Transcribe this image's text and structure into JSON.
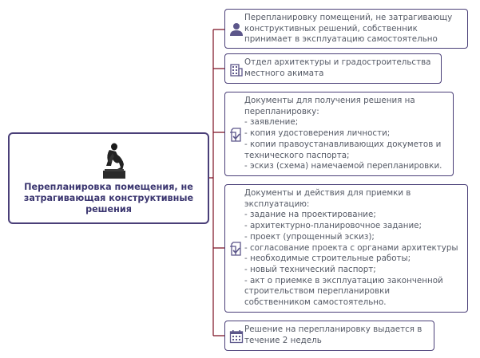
{
  "root": {
    "title_lines": [
      "Перепланировка помещения, не",
      "затрагивающая конструктивные",
      "решения"
    ],
    "figure_icon": "thinker-statue-icon"
  },
  "nodes": [
    {
      "icon": "person-icon",
      "lines": [
        "Перепланировку помещений, не затрагивающу",
        "конструктивных решений, собственник",
        "принимает в эксплуатацию самостоятельно"
      ]
    },
    {
      "icon": "building-icon",
      "lines": [
        "Отдел архитектуры и градостроительства",
        "местного акимата"
      ]
    },
    {
      "icon": "document-check-icon",
      "lines": [
        "Документы для получения решения на",
        "перепланировку:",
        "- заявление;",
        "- копия удостоверения личности;",
        "- копии правоустанавливающих докуметов и",
        "технического паспорта;",
        "- эскиз (схема) намечаемой перепланировки."
      ]
    },
    {
      "icon": "document-check-icon",
      "lines": [
        "Документы и действия для приемки в",
        "эксплуатацию:",
        "- задание на проектирование;",
        "- архитектурно-планировочное задание;",
        "- проект (упрощенный эскиз);",
        "- согласование проекта с органами архитектуры",
        "- необходимые строительные работы;",
        "- новый технический паспорт;",
        "- акт о приемке в эксплуатацию законченной",
        "строительством перепланировки",
        "собственником самостоятельно."
      ]
    },
    {
      "icon": "calendar-icon",
      "lines": [
        "Решение на перепланировку выдается в",
        "течение 2 недель"
      ]
    }
  ],
  "colors": {
    "border": "#4a3f78",
    "connector": "#7b0f22",
    "title": "#3b3670",
    "text": "#555a66",
    "icon": "#5c568a"
  }
}
